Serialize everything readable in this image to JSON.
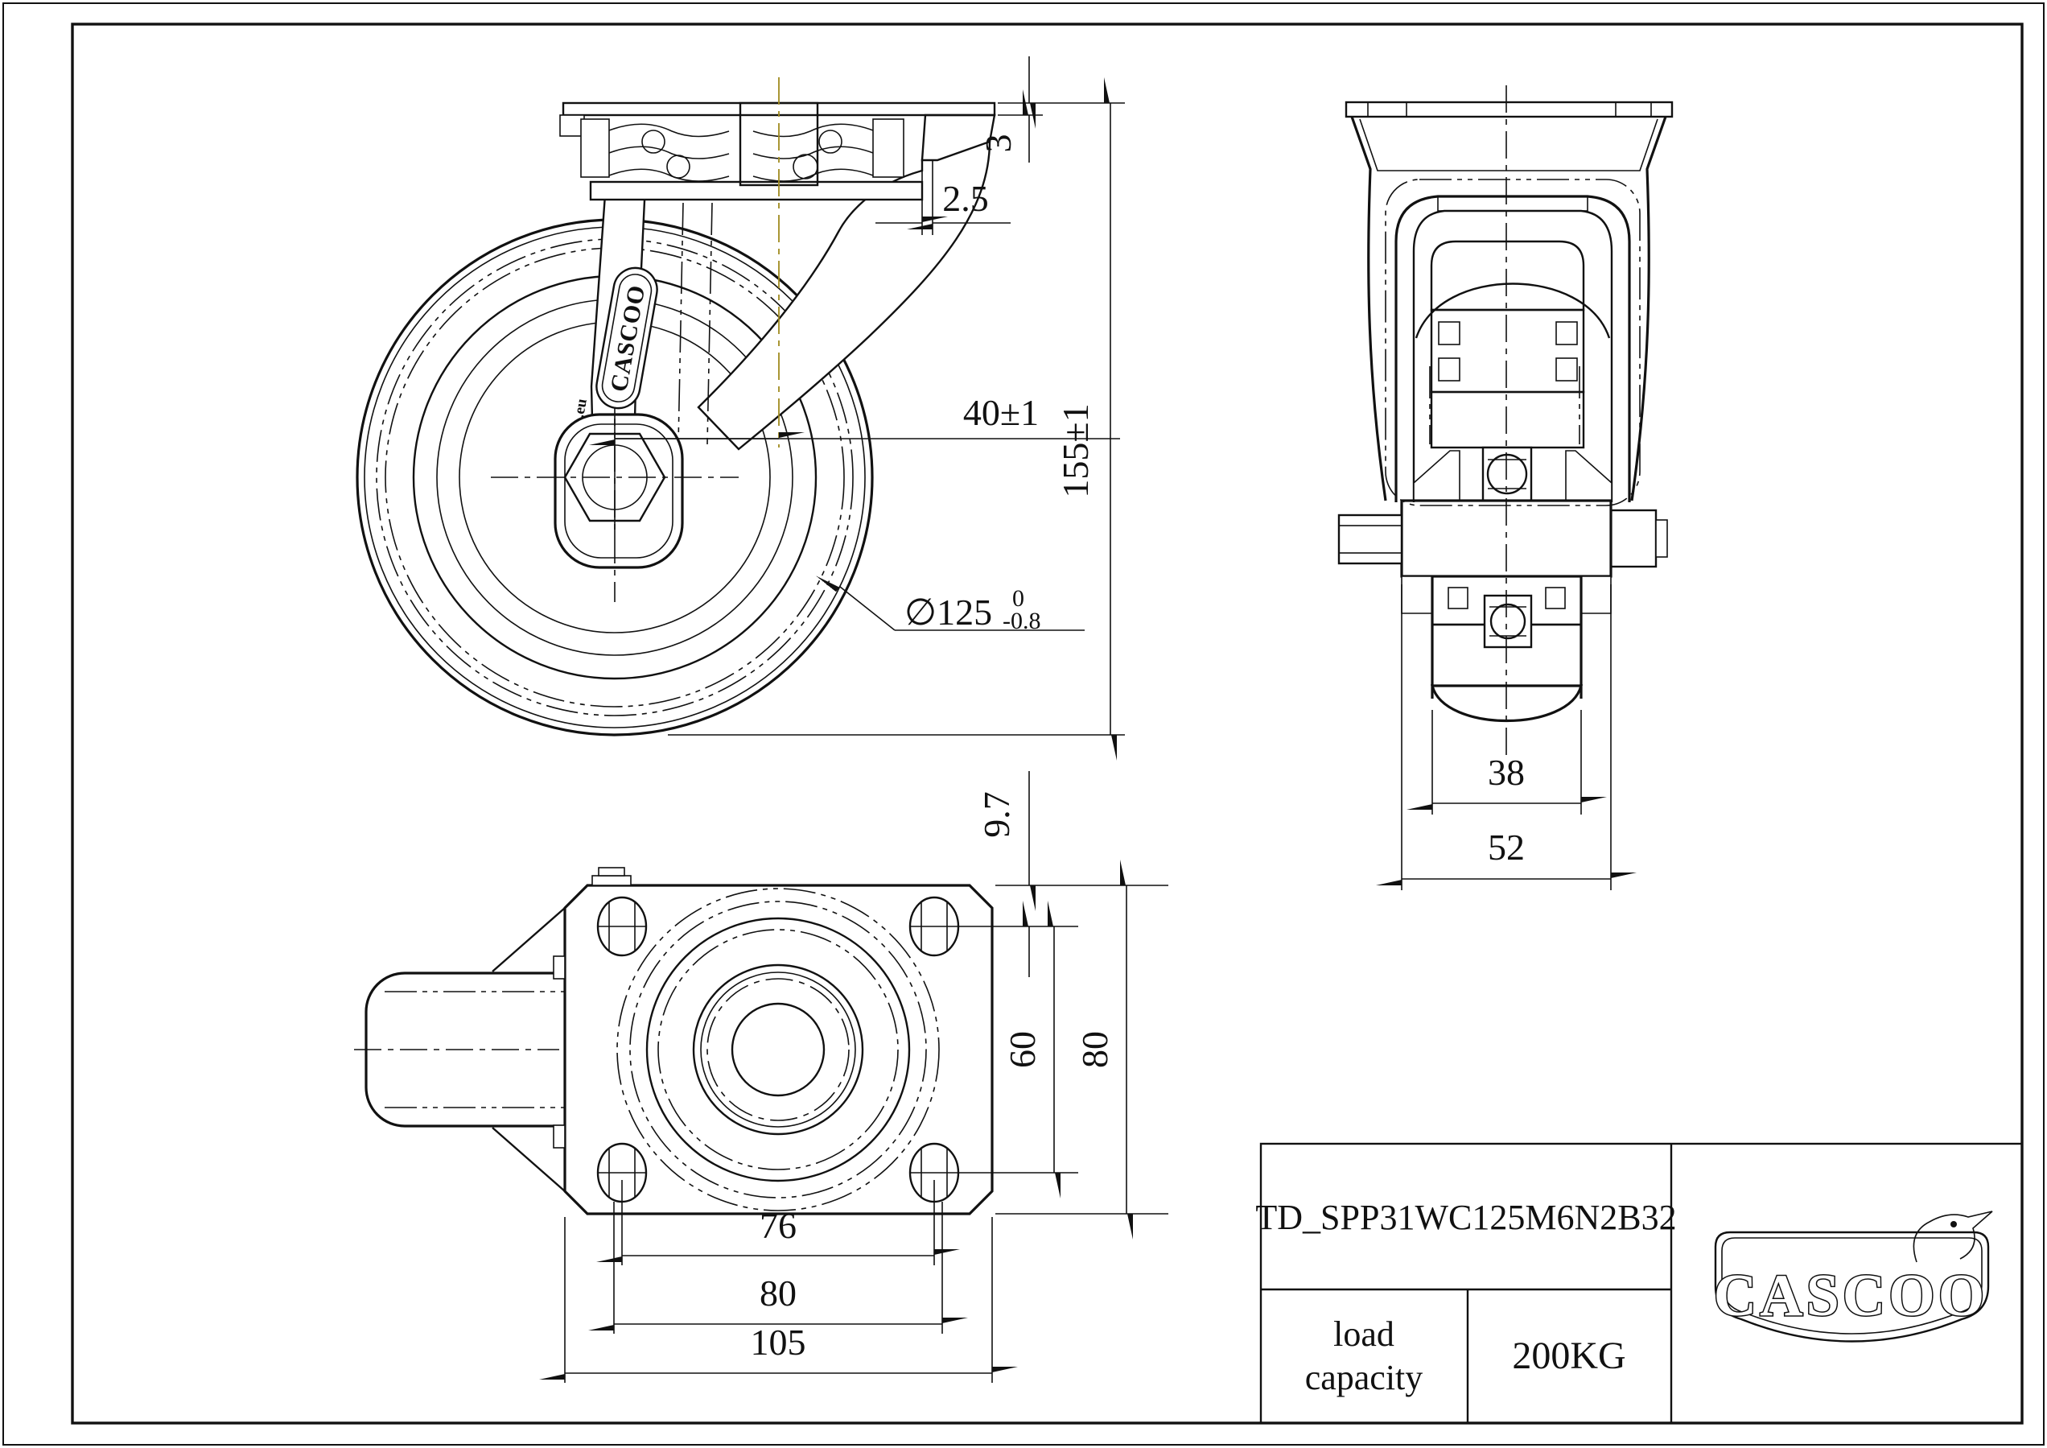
{
  "side_view": {
    "dim_plate_thickness": "3",
    "dim_lip_offset": "2.5",
    "dim_swivel_offset": "40±1",
    "dim_total_height": "155±1",
    "dim_wheel_dia": "∅125",
    "dim_wheel_dia_tol_upper": "0",
    "dim_wheel_dia_tol_lower": "-0.8",
    "badge_text": "CASCOO",
    "badge_suffix": ".eu"
  },
  "section_view": {
    "dim_tread_width": "38",
    "dim_overall_width": "52"
  },
  "top_view": {
    "dim_hole_offset": "9.7",
    "dim_hole_spacing_v": "60",
    "dim_plate_depth": "80",
    "dim_hole_spacing_h": "76",
    "dim_slot_span": "80",
    "dim_plate_width": "105"
  },
  "title_block": {
    "model": "TD_SPP31WC125M6N2B32",
    "load_label_1": "load",
    "load_label_2": "capacity",
    "load_value": "200KG",
    "brand": "CASCOO"
  }
}
